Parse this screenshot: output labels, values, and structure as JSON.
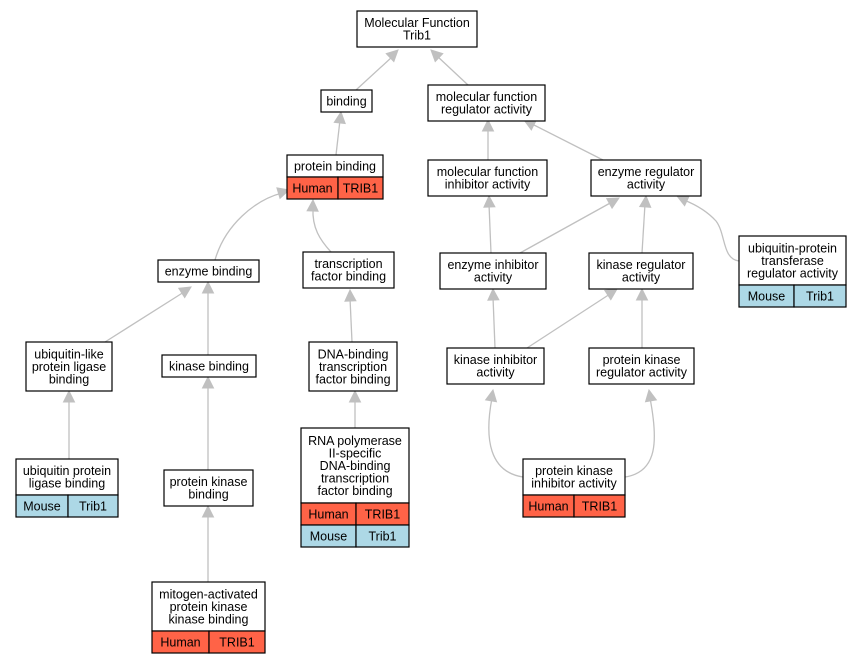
{
  "nodes": {
    "root": {
      "lines": [
        "Molecular Function",
        "Trib1"
      ]
    },
    "bind": {
      "lines": [
        "binding"
      ]
    },
    "mfra": {
      "lines": [
        "molecular function",
        "regulator activity"
      ]
    },
    "pb": {
      "lines": [
        "protein binding"
      ],
      "rows": [
        [
          "Human",
          "TRIB1"
        ]
      ]
    },
    "mfia": {
      "lines": [
        "molecular function",
        "inhibitor activity"
      ]
    },
    "era": {
      "lines": [
        "enzyme regulator",
        "activity"
      ]
    },
    "eb": {
      "lines": [
        "enzyme binding"
      ]
    },
    "tfb": {
      "lines": [
        "transcription",
        "factor binding"
      ]
    },
    "eia": {
      "lines": [
        "enzyme inhibitor",
        "activity"
      ]
    },
    "kra": {
      "lines": [
        "kinase regulator",
        "activity"
      ]
    },
    "uptra": {
      "lines": [
        "ubiquitin-protein",
        "transferase",
        "regulator activity"
      ],
      "rows": [
        [
          "Mouse",
          "Trib1"
        ]
      ]
    },
    "ulplb": {
      "lines": [
        "ubiquitin-like",
        "protein ligase",
        "binding"
      ]
    },
    "kb": {
      "lines": [
        "kinase binding"
      ]
    },
    "dbtfb": {
      "lines": [
        "DNA-binding",
        "transcription",
        "factor binding"
      ]
    },
    "kia": {
      "lines": [
        "kinase inhibitor",
        "activity"
      ]
    },
    "pkra": {
      "lines": [
        "protein kinase",
        "regulator activity"
      ]
    },
    "uplb": {
      "lines": [
        "ubiquitin protein",
        "ligase binding"
      ],
      "rows": [
        [
          "Mouse",
          "Trib1"
        ]
      ]
    },
    "rnap": {
      "lines": [
        "RNA polymerase",
        "II-specific",
        "DNA-binding",
        "transcription",
        "factor binding"
      ],
      "rows": [
        [
          "Human",
          "TRIB1"
        ],
        [
          "Mouse",
          "Trib1"
        ]
      ]
    },
    "pkb": {
      "lines": [
        "protein kinase",
        "binding"
      ]
    },
    "pkia": {
      "lines": [
        "protein kinase",
        "inhibitor activity"
      ],
      "rows": [
        [
          "Human",
          "TRIB1"
        ]
      ]
    },
    "mapkkb": {
      "lines": [
        "mitogen-activated",
        "protein kinase",
        "kinase binding"
      ],
      "rows": [
        [
          "Human",
          "TRIB1"
        ]
      ]
    }
  },
  "colors": {
    "Human": "#ff6347",
    "Mouse": "#add8e6",
    "edge": "#c0c0c0"
  }
}
